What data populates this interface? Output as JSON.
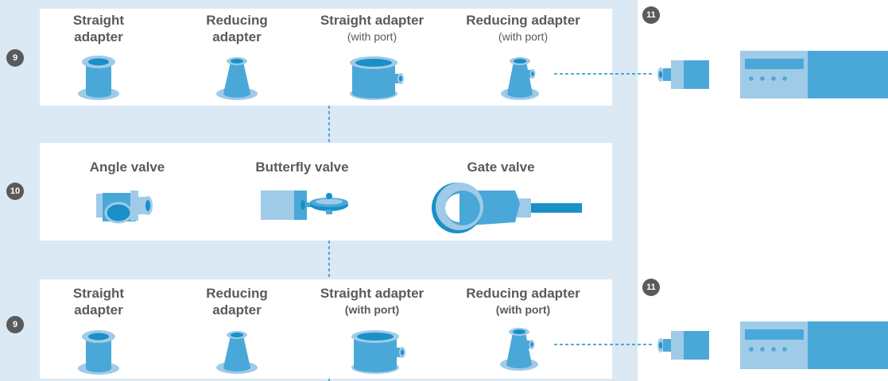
{
  "rows": {
    "top": {
      "badge": "9",
      "items": [
        {
          "line1": "Straight",
          "line2": "adapter"
        },
        {
          "line1": "Reducing",
          "line2": "adapter"
        },
        {
          "line1": "Straight adapter",
          "line2": "(with port)"
        },
        {
          "line1": "Reducing adapter",
          "line2": "(with port)"
        }
      ]
    },
    "middle": {
      "badge": "10",
      "items": [
        {
          "line1": "Angle valve"
        },
        {
          "line1": "Butterfly valve"
        },
        {
          "line1": "Gate valve"
        }
      ]
    },
    "bottom": {
      "badge": "9",
      "items": [
        {
          "line1": "Straight",
          "line2": "adapter"
        },
        {
          "line1": "Reducing",
          "line2": "adapter"
        },
        {
          "line1": "Straight adapter",
          "line2": "(with port)"
        },
        {
          "line1": "Reducing adapter",
          "line2": "(with port)"
        }
      ]
    }
  },
  "gauges": {
    "top": {
      "badge": "11"
    },
    "bottom": {
      "badge": "11"
    }
  },
  "colors": {
    "background": "#dbe9f5",
    "panel": "#ffffff",
    "dark_blue": "#1a8fc8",
    "mid_blue": "#4aa8d8",
    "light_blue": "#9fcbe8",
    "badge": "#5a5a5a",
    "text": "#5a5a5a"
  }
}
